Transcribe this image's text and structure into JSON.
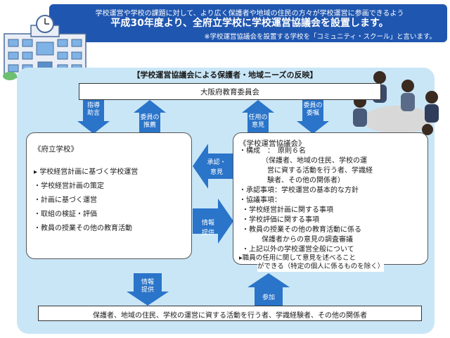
{
  "header": {
    "line1": "学校運営や学校の課題に対して、より広く保護者や地域の住民の方々が学校運営に参画できるよう",
    "line2": "平成30年度より、全府立学校に学校運営協議会を設置します。",
    "line3": "※学校運営協議会を設置する学校を「コミュニティ・スクール」と言います。"
  },
  "panel_title": "【学校運営協議会による保護者・地域ニーズの反映】",
  "board": "大阪府教育委員会",
  "arrows": {
    "guidance": [
      "指導",
      "助言"
    ],
    "recommend": [
      "委員の",
      "推薦"
    ],
    "opinion": [
      "任用の",
      "意見"
    ],
    "appoint": [
      "委員の",
      "委嘱"
    ],
    "approve": [
      "承認・",
      "意見"
    ],
    "info_right": [
      "情報",
      "提供"
    ],
    "info_down": [
      "情報",
      "提供"
    ],
    "participate": "参加"
  },
  "school": {
    "title": "《府立学校》",
    "items": [
      "学校経営計画に基づく学校運営",
      "学校経営計画の策定",
      "計画に基づく運営",
      "取組の検証・評価",
      "教員の授業その他の教育活動"
    ]
  },
  "council": {
    "title": "《学校運営協議会》",
    "lines": [
      "・構成　：　原則６名",
      "（保護者、地域の住民、学校の運",
      "営に資する活動を行う者、学識経",
      "験者、その他の関係者）",
      "・承認事項：学校運営の基本的な方針",
      "・協議事項：",
      "・学校経営計画に関する事項",
      "・学校評価に関する事項",
      "・教員の授業その他の教育活動に係る",
      "保護者からの意見の調査審議",
      "・上記以外の学校運営全般について",
      "▸職員の任用に関して意見を述べること",
      "ができる（特定の個人に係るものを除く）"
    ]
  },
  "stakeholders": "保護者、地域の住民、学校の運営に資する活動を行う者、学識経験者、その他の関係者",
  "colors": {
    "banner": "#1f56b0",
    "panel": "#c9e6f7",
    "arrow": "#2a74c9"
  }
}
